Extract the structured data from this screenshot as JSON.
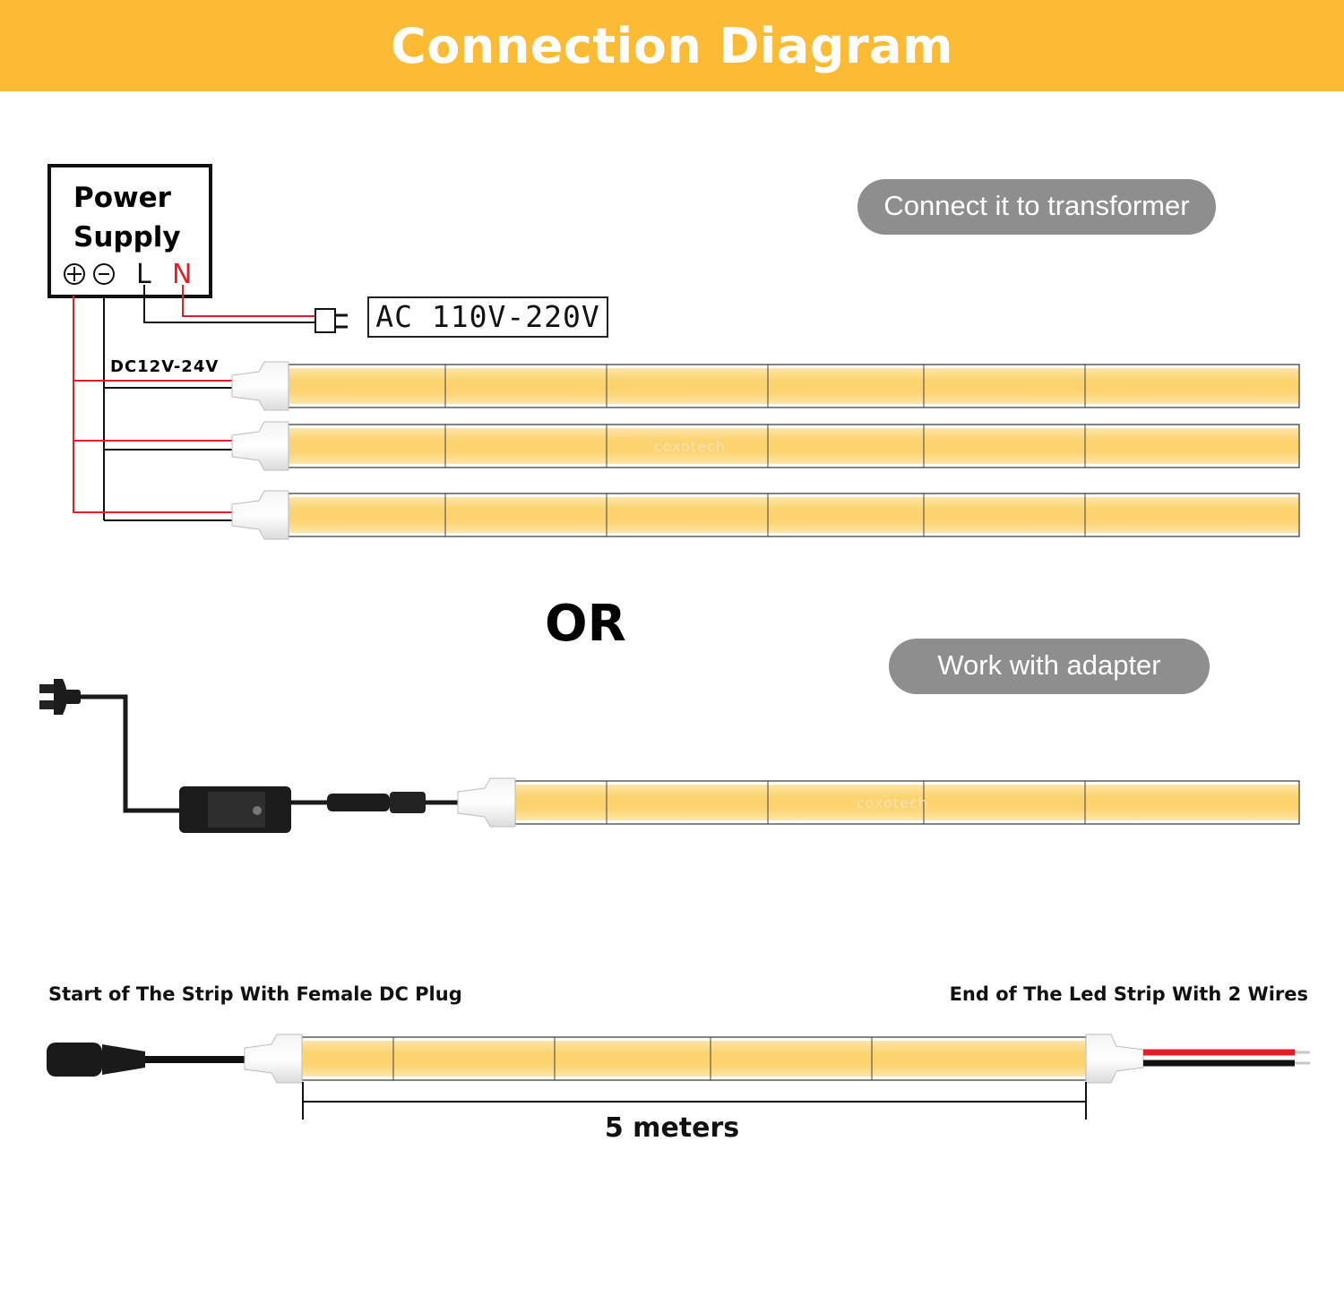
{
  "header": {
    "title": "Connection Diagram"
  },
  "transformer_section": {
    "pill_label": "Connect it to transformer",
    "power_supply_label": "Power\nSupply",
    "terminals": [
      "⊕",
      "⊖",
      "L",
      "N"
    ],
    "ac_label": "AC 110V-220V",
    "dc_label": "DC12V-24V",
    "watermark": "coxotech",
    "strip_count": 3
  },
  "or_label": "OR",
  "adapter_section": {
    "pill_label": "Work with adapter",
    "watermark": "coxotech"
  },
  "strip_detail": {
    "start_caption": "Start of The Strip With Female DC Plug",
    "end_caption": "End of The Led Strip With 2 Wires",
    "length_label": "5 meters"
  },
  "colors": {
    "header": "#fbbb35",
    "pill": "#8e8e8e",
    "strip_fill": "#fbd777",
    "strip_core": "#fcca55",
    "wire_red": "#e31e24",
    "wire_black": "#111111"
  }
}
